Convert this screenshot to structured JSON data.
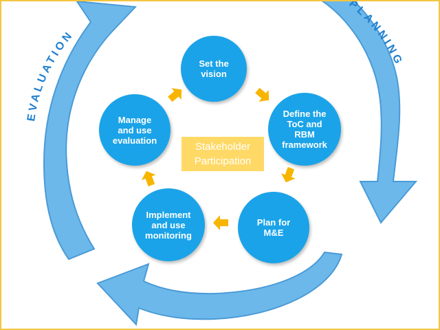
{
  "diagram": {
    "phases": {
      "planning": "PLANNING",
      "evaluation": "EVALUATION"
    },
    "center": "Stakeholder\nParticipation",
    "steps": [
      {
        "id": "vision",
        "label": "Set the\nvision"
      },
      {
        "id": "toc",
        "label": "Define the\nToC and\nRBM\nframework"
      },
      {
        "id": "plan-me",
        "label": "Plan  for\nM&E"
      },
      {
        "id": "monitoring",
        "label": "Implement\nand use\nmonitoring"
      },
      {
        "id": "evaluation",
        "label": "Manage\nand use\nevaluation"
      }
    ]
  },
  "colors": {
    "step_fill": "#1aa3e8",
    "cycle_arrow": "#6cb8ea",
    "cycle_arrow_edge": "#4a9ad6",
    "connector_arrow": "#f7b500",
    "center_fill": "#ffd966",
    "phase_text": "#1e7fd0",
    "frame": "#f4c542"
  }
}
